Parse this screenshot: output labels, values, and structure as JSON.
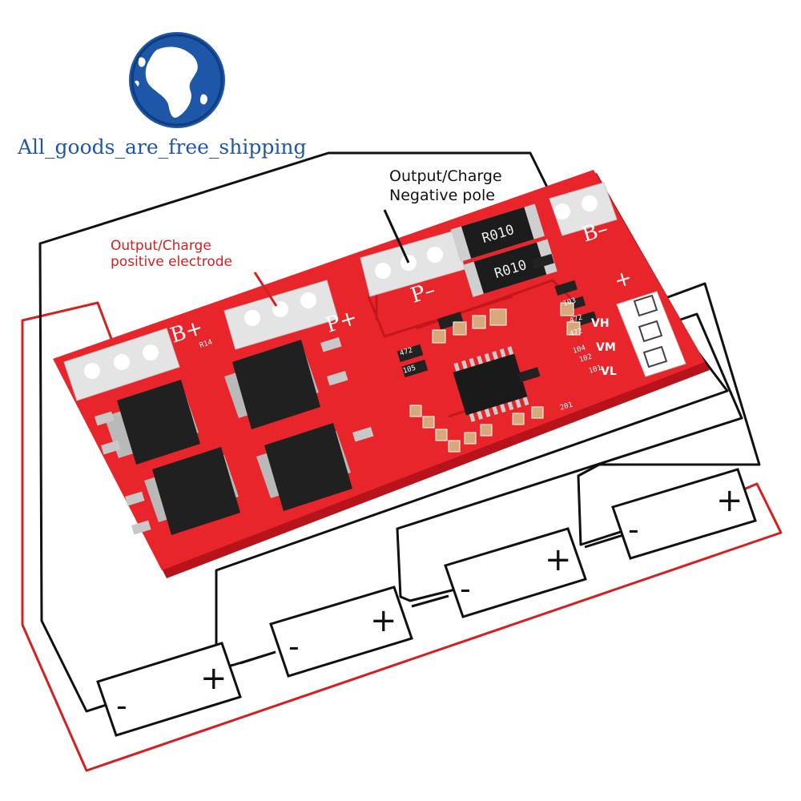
{
  "brand": {
    "name": "All_goods_are_free_shipping",
    "logo_icon": "globe-icon",
    "color": "#1e57a8"
  },
  "callouts": {
    "positive": {
      "line1": "Output/Charge",
      "line2": "positive electrode",
      "color": "#d42020"
    },
    "negative": {
      "line1": "Output/Charge",
      "line2": "Negative pole",
      "color": "#111111"
    }
  },
  "board": {
    "color": "#e8252a",
    "pad_labels": {
      "b_plus": "B+",
      "p_plus": "P+",
      "p_minus": "P–",
      "b_minus": "B–",
      "plus": "+"
    },
    "resistors": [
      "R010",
      "R010"
    ],
    "connector_labels": [
      "VH",
      "VM",
      "VL"
    ],
    "silk_codes": [
      "R14",
      "472",
      "105",
      "103",
      "472",
      "104",
      "472",
      "102",
      "201",
      "101"
    ]
  },
  "cells": [
    {
      "minus": "-",
      "plus": "+"
    },
    {
      "minus": "-",
      "plus": "+"
    },
    {
      "minus": "-",
      "plus": "+"
    },
    {
      "minus": "-",
      "plus": "+"
    }
  ],
  "wires": {
    "positive_color": "#d42020",
    "negative_color": "#111111"
  }
}
